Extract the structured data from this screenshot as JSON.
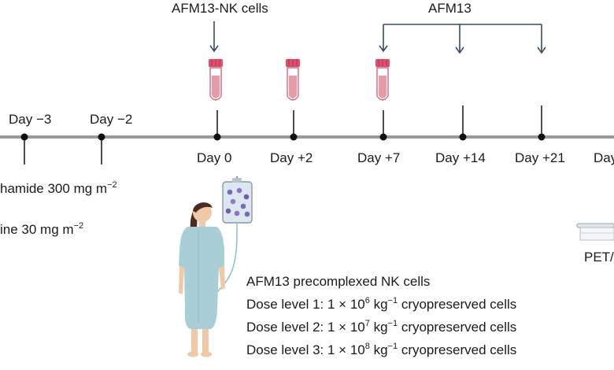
{
  "top_labels": {
    "afm13_nk": "AFM13-NK cells",
    "afm13": "AFM13"
  },
  "days": {
    "d_minus3": "Day −3",
    "d_minus2": "Day −2",
    "d0": "Day 0",
    "d2": "Day +2",
    "d7": "Day +7",
    "d14": "Day +14",
    "d21": "Day +21",
    "d_cut": "Day"
  },
  "lymphodepletion": {
    "cyclophosphamide": {
      "text": "hamide 300 mg m",
      "exp": "−2"
    },
    "fludarabine": {
      "text": "ine  30 mg m",
      "exp": "−2"
    }
  },
  "pet_label": "PET/",
  "infusion": {
    "title": "AFM13 precomplexed NK cells",
    "doses": [
      {
        "prefix": "Dose level 1: 1 × 10",
        "exp1": "6",
        "mid": " kg",
        "exp2": "−1",
        "suffix": " cryopreserved cells"
      },
      {
        "prefix": "Dose level 2: 1 × 10",
        "exp1": "7",
        "mid": " kg",
        "exp2": "−1",
        "suffix": " cryopreserved cells"
      },
      {
        "prefix": "Dose level 3: 1 × 10",
        "exp1": "8",
        "mid": " kg",
        "exp2": "−1",
        "suffix": " cryopreserved cells"
      }
    ]
  },
  "colors": {
    "timeline": "#9a9a9a",
    "arrow": "#3a4a68",
    "tube_cap": "#e24d6b",
    "tube_fill": "#e89aa6",
    "gown": "#a9cfd6",
    "skin": "#f0c9a8",
    "hair": "#4a2d20"
  }
}
